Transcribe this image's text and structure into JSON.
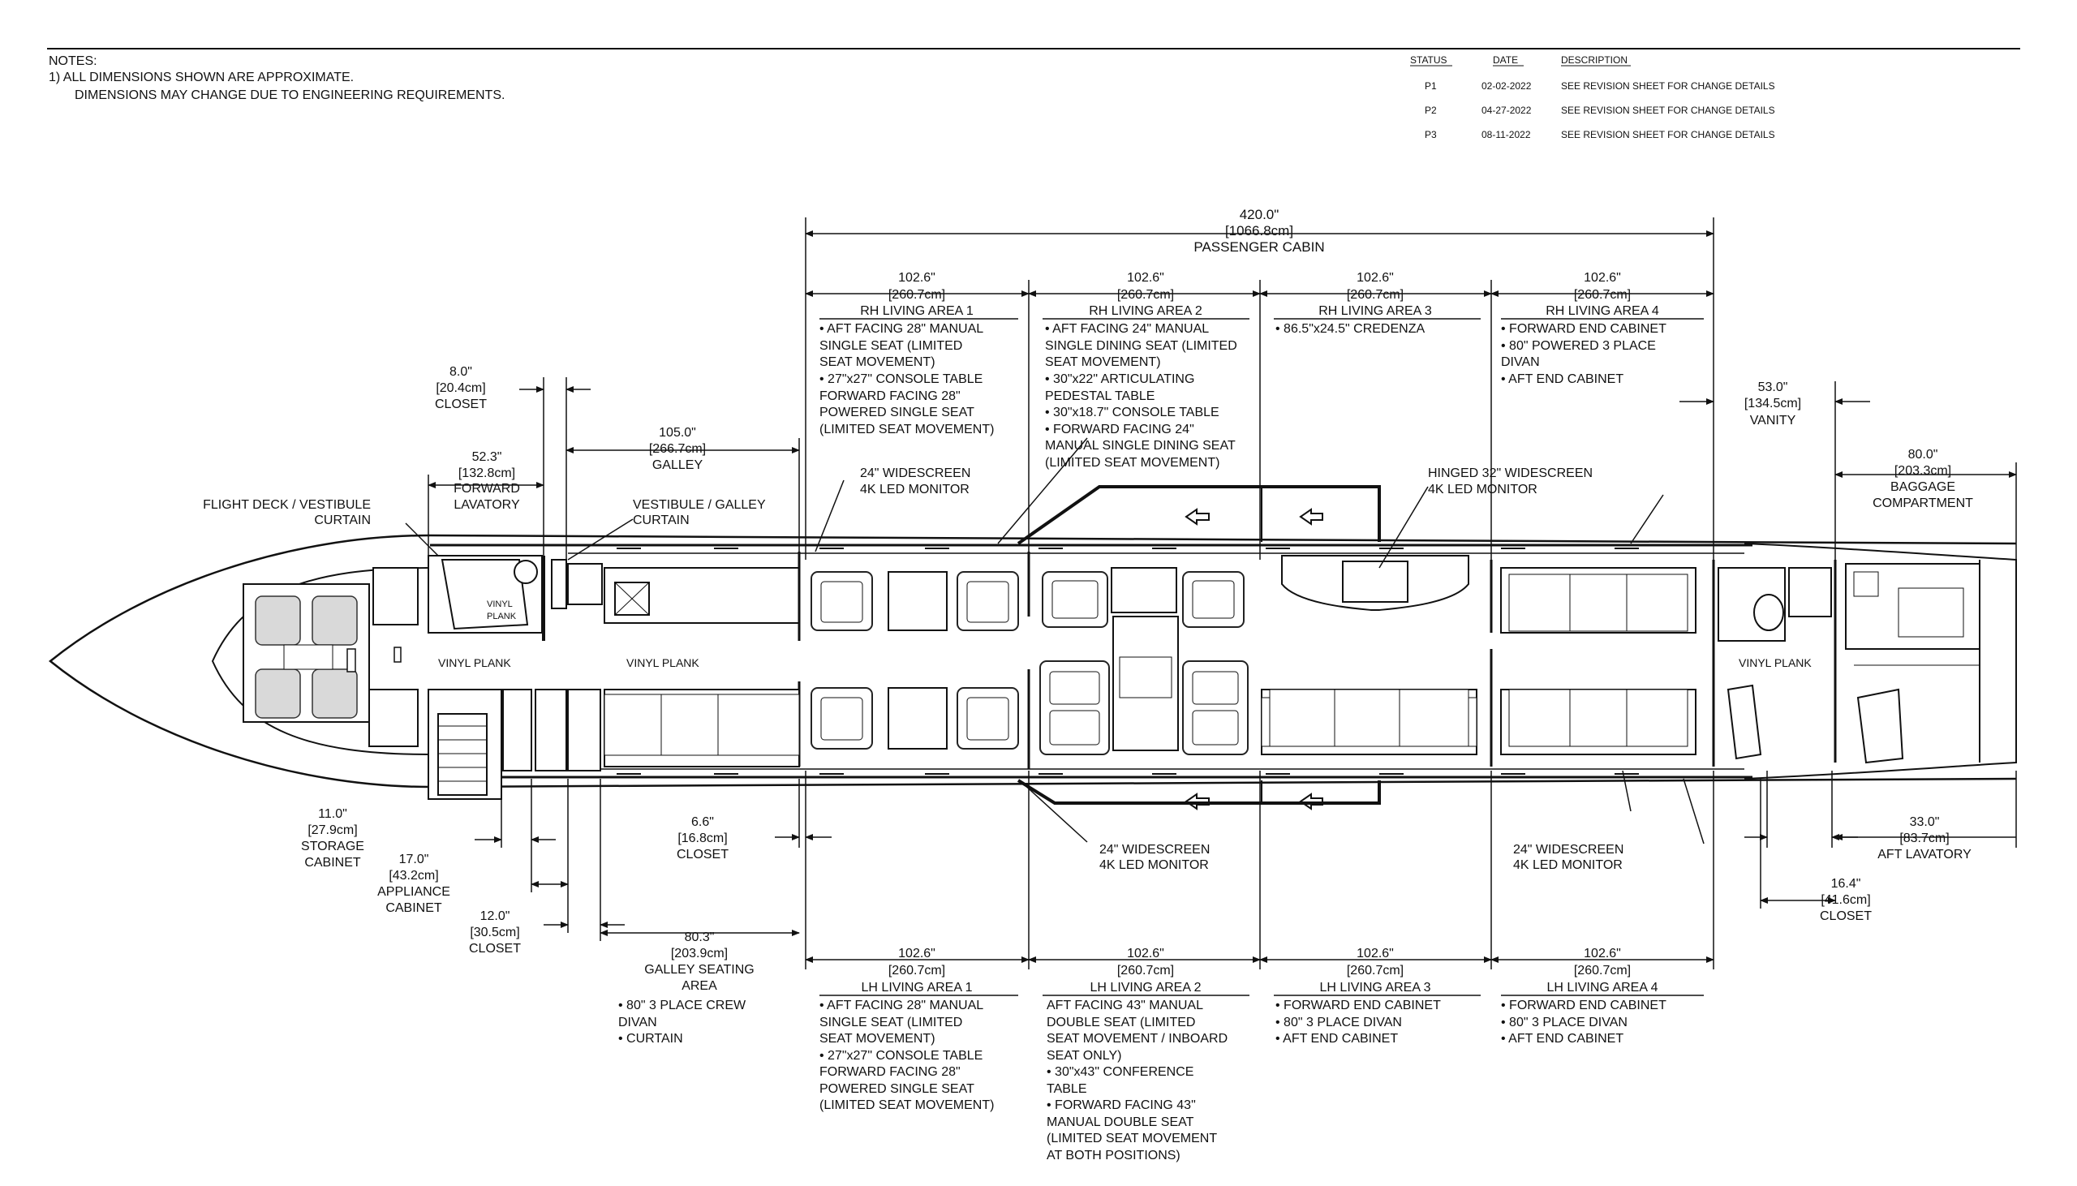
{
  "notes": {
    "heading": "NOTES:",
    "line1": "1)   ALL DIMENSIONS SHOWN ARE APPROXIMATE.",
    "line2": "DIMENSIONS MAY CHANGE DUE TO ENGINEERING REQUIREMENTS."
  },
  "revisions": {
    "headers": [
      "STATUS",
      "DATE",
      "DESCRIPTION"
    ],
    "rows": [
      {
        "status": "P1",
        "date": "02-02-2022",
        "desc": "SEE REVISION SHEET FOR CHANGE DETAILS"
      },
      {
        "status": "P2",
        "date": "04-27-2022",
        "desc": "SEE REVISION SHEET FOR CHANGE DETAILS"
      },
      {
        "status": "P3",
        "date": "08-11-2022",
        "desc": "SEE REVISION SHEET FOR CHANGE DETAILS"
      }
    ]
  },
  "cabin": {
    "in": "420.0\"",
    "cm": "[1066.8cm]",
    "label": "PASSENGER CABIN"
  },
  "rh_areas": [
    {
      "in": "102.6\"",
      "cm": "[260.7cm]",
      "title": "RH LIVING AREA 1",
      "items": [
        "• AFT FACING 28\" MANUAL",
        "   SINGLE SEAT (LIMITED",
        "   SEAT MOVEMENT)",
        "• 27\"x27\" CONSOLE TABLE",
        "FORWARD FACING 28\"",
        "POWERED SINGLE SEAT",
        "(LIMITED SEAT MOVEMENT)"
      ]
    },
    {
      "in": "102.6\"",
      "cm": "[260.7cm]",
      "title": "RH LIVING AREA 2",
      "items": [
        "• AFT FACING 24\" MANUAL",
        "   SINGLE DINING SEAT (LIMITED",
        "   SEAT MOVEMENT)",
        "• 30\"x22\" ARTICULATING",
        "   PEDESTAL TABLE",
        "• 30\"x18.7\" CONSOLE TABLE",
        "• FORWARD FACING 24\"",
        "   MANUAL SINGLE DINING SEAT",
        "   (LIMITED SEAT MOVEMENT)"
      ]
    },
    {
      "in": "102.6\"",
      "cm": "[260.7cm]",
      "title": "RH LIVING AREA 3",
      "items": [
        "• 86.5\"x24.5\" CREDENZA"
      ]
    },
    {
      "in": "102.6\"",
      "cm": "[260.7cm]",
      "title": "RH LIVING AREA 4",
      "items": [
        "• FORWARD END CABINET",
        "• 80\" POWERED 3 PLACE",
        "   DIVAN",
        "• AFT END CABINET"
      ]
    }
  ],
  "lh_areas": [
    {
      "in": "102.6\"",
      "cm": "[260.7cm]",
      "title": "LH LIVING AREA 1",
      "items": [
        "• AFT FACING 28\" MANUAL",
        "   SINGLE SEAT (LIMITED",
        "   SEAT MOVEMENT)",
        "• 27\"x27\" CONSOLE TABLE",
        "FORWARD FACING 28\"",
        "POWERED SINGLE SEAT",
        "(LIMITED SEAT MOVEMENT)"
      ]
    },
    {
      "in": "102.6\"",
      "cm": "[260.7cm]",
      "title": "LH LIVING AREA 2",
      "items": [
        "AFT FACING 43\" MANUAL",
        "DOUBLE SEAT (LIMITED",
        "SEAT MOVEMENT / INBOARD",
        "SEAT ONLY)",
        "• 30\"x43\" CONFERENCE",
        "   TABLE",
        "• FORWARD FACING 43\"",
        "   MANUAL DOUBLE SEAT",
        "   (LIMITED SEAT MOVEMENT",
        "   AT BOTH POSITIONS)"
      ]
    },
    {
      "in": "102.6\"",
      "cm": "[260.7cm]",
      "title": "LH LIVING AREA 3",
      "items": [
        "• FORWARD END CABINET",
        "• 80\" 3 PLACE DIVAN",
        "• AFT END CABINET"
      ]
    },
    {
      "in": "102.6\"",
      "cm": "[260.7cm]",
      "title": "LH LIVING AREA 4",
      "items": [
        "• FORWARD END CABINET",
        "• 80\" 3 PLACE DIVAN",
        "• AFT END CABINET"
      ]
    }
  ],
  "top_dims": {
    "closet": {
      "in": "8.0\"",
      "cm": "[20.4cm]",
      "label": "CLOSET"
    },
    "fwd_lav": {
      "in": "52.3\"",
      "cm": "[132.8cm]",
      "label1": "FORWARD",
      "label2": "LAVATORY"
    },
    "galley": {
      "in": "105.0\"",
      "cm": "[266.7cm]",
      "label": "GALLEY"
    },
    "vanity": {
      "in": "53.0\"",
      "cm": "[134.5cm]",
      "label": "VANITY"
    },
    "baggage": {
      "in": "80.0\"",
      "cm": "[203.3cm]",
      "label1": "BAGGAGE",
      "label2": "COMPARTMENT"
    }
  },
  "bottom_dims": {
    "storage": {
      "in": "11.0\"",
      "cm": "[27.9cm]",
      "label1": "STORAGE",
      "label2": "CABINET"
    },
    "appliance": {
      "in": "17.0\"",
      "cm": "[43.2cm]",
      "label1": "APPLIANCE",
      "label2": "CABINET"
    },
    "closet12": {
      "in": "12.0\"",
      "cm": "[30.5cm]",
      "label": "CLOSET"
    },
    "closet66": {
      "in": "6.6\"",
      "cm": "[16.8cm]",
      "label": "CLOSET"
    },
    "galley_seat": {
      "in": "80.3\"",
      "cm": "[203.9cm]",
      "label1": "GALLEY SEATING",
      "label2": "AREA",
      "items": [
        "• 80\" 3 PLACE CREW",
        "   DIVAN",
        "• CURTAIN"
      ]
    },
    "aft_lav": {
      "in": "33.0\"",
      "cm": "[83.7cm]",
      "label": "AFT LAVATORY"
    },
    "closet164": {
      "in": "16.4\"",
      "cm": "[41.6cm]",
      "label": "CLOSET"
    }
  },
  "callouts": {
    "flight_deck1": "FLIGHT DECK / VESTIBULE",
    "flight_deck2": "CURTAIN",
    "vest_galley1": "VESTIBULE / GALLEY",
    "vest_galley2": "CURTAIN",
    "monitor_rh1_a": "24\" WIDESCREEN",
    "monitor_rh1_b": "4K LED MONITOR",
    "hinged_a": "HINGED 32\" WIDESCREEN",
    "hinged_b": "4K LED MONITOR",
    "monitor_lh2_a": "24\" WIDESCREEN",
    "monitor_lh2_b": "4K LED MONITOR",
    "monitor_lh4_a": "24\" WIDESCREEN",
    "monitor_lh4_b": "4K LED MONITOR"
  },
  "floor_labels": {
    "vinyl_small1": "VINYL",
    "vinyl_small2": "PLANK",
    "vinyl1": "VINYL PLANK",
    "vinyl2": "VINYL PLANK",
    "vinyl3": "VINYL PLANK"
  }
}
